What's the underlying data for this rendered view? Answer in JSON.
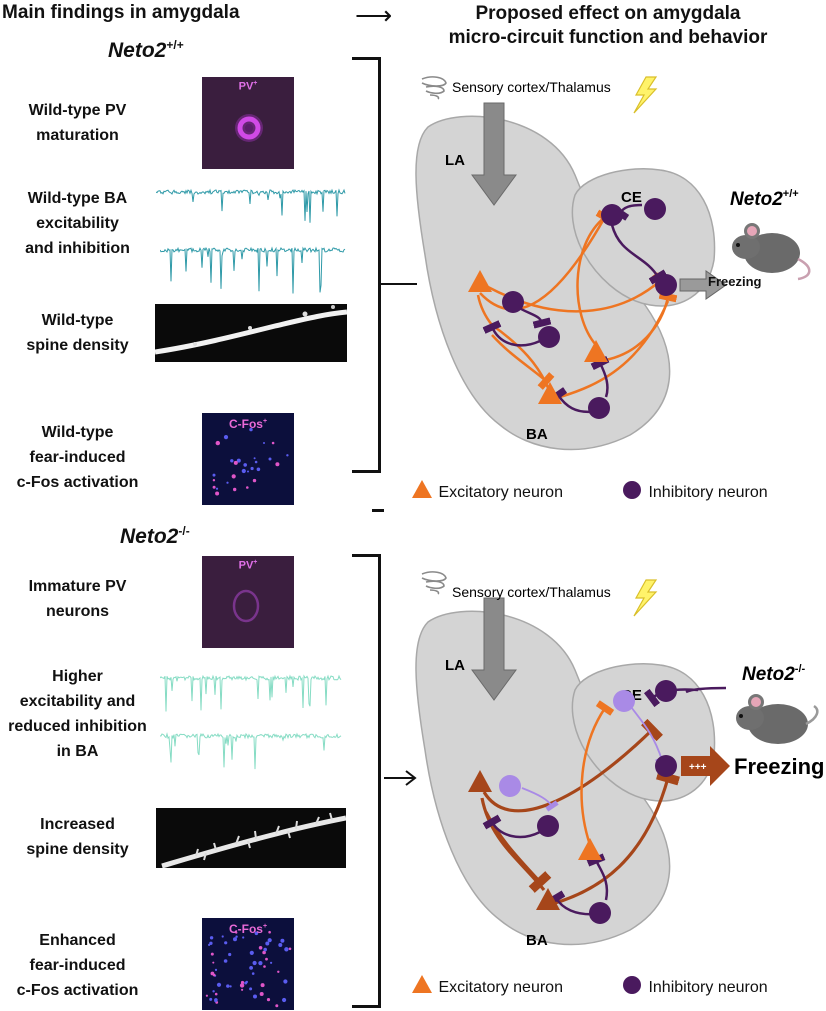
{
  "header": {
    "left_title": "Main findings in amygdala",
    "arrow": "⟶",
    "right_title_line1": "Proposed effect on amygdala",
    "right_title_line2": "micro-circuit function and behavior"
  },
  "wildtype": {
    "genotype_base": "Neto2",
    "genotype_sup": "+/+",
    "findings": {
      "pv_line1": "Wild-type PV",
      "pv_line2": "maturation",
      "ba_line1": "Wild-type BA",
      "ba_line2": "excitability",
      "ba_line3": "and inhibition",
      "spine_line1": "Wild-type",
      "spine_line2": "spine density",
      "fos_line1": "Wild-type",
      "fos_line2": "fear-induced",
      "fos_line3": "c-Fos activation"
    },
    "pv_label": "PV",
    "pv_sup": "+",
    "fos_label": "C-Fos",
    "fos_sup": "+",
    "circuit": {
      "input_label": "Sensory cortex/Thalamus",
      "region_la": "LA",
      "region_ce": "CE",
      "region_ba": "BA",
      "output_label": "Freezing",
      "mouse_label_base": "Neto2",
      "mouse_label_sup": "+/+"
    }
  },
  "knockout": {
    "genotype_base": "Neto2",
    "genotype_sup": "-/-",
    "findings": {
      "pv_line1": "Immature PV",
      "pv_line2": "neurons",
      "ba_line1": "Higher",
      "ba_line2": "excitability and",
      "ba_line3": "reduced inhibition",
      "ba_line4": "in BA",
      "spine_line1": "Increased",
      "spine_line2": "spine density",
      "fos_line1": "Enhanced",
      "fos_line2": "fear-induced",
      "fos_line3": "c-Fos activation"
    },
    "pv_label": "PV",
    "pv_sup": "+",
    "fos_label": "C-Fos",
    "fos_sup": "+",
    "circuit": {
      "input_label": "Sensory cortex/Thalamus",
      "region_la": "LA",
      "region_ce": "CE",
      "region_ba": "BA",
      "output_label": "Freezing",
      "output_badge": "+++",
      "mouse_label_base": "Neto2",
      "mouse_label_sup": "-/-"
    }
  },
  "legend": {
    "excitatory": "Excitatory neuron",
    "inhibitory": "Inhibitory neuron"
  },
  "colors": {
    "excitatory": "#ee7522",
    "excitatory_dark": "#a6461a",
    "inhibitory": "#4a1a5e",
    "inhibitory_light": "#a98ae6",
    "trace_wt": "#2f9aa8",
    "trace_ko": "#86dcc4",
    "region": "#d4d4d4",
    "region_stroke": "#a8a8a8"
  }
}
